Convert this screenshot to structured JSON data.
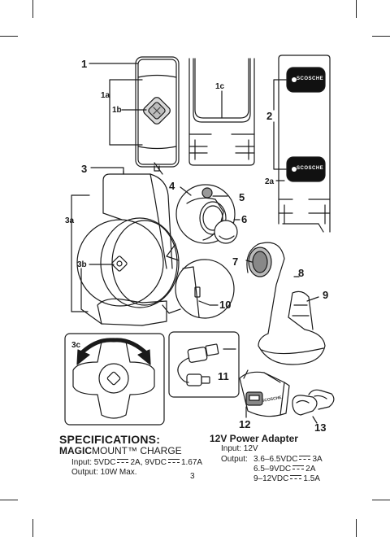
{
  "callouts": {
    "c1": "1",
    "c1a": "1a",
    "c1b": "1b",
    "c1c": "1c",
    "c2": "2",
    "c2a": "2a",
    "c3": "3",
    "c3a": "3a",
    "c3b": "3b",
    "c3c": "3c",
    "c4": "4",
    "c5": "5",
    "c6": "6",
    "c7": "7",
    "c8": "8",
    "c9": "9",
    "c10": "10",
    "c11": "11",
    "c12": "12",
    "c13": "13"
  },
  "logo_text": "SCOSCHE",
  "specs": {
    "title": "SPECIFICATIONS:",
    "brand_bold": "MAGIC",
    "brand_rest": "MOUNT™ CHARGE",
    "input_a": "Input: 5VDC",
    "input_b": "2A, 9VDC",
    "input_c": "1.67A",
    "output": "Output: 10W Max."
  },
  "adapter": {
    "title": "12V Power Adapter",
    "input": "Input: 12V",
    "output_label": "Output:",
    "out1_a": "3.6–6.5VDC",
    "out1_b": "3A",
    "out2_a": "6.5–9VDC",
    "out2_b": "2A",
    "out3_a": "9–12VDC",
    "out3_b": "1.5A"
  },
  "page_number": "3"
}
